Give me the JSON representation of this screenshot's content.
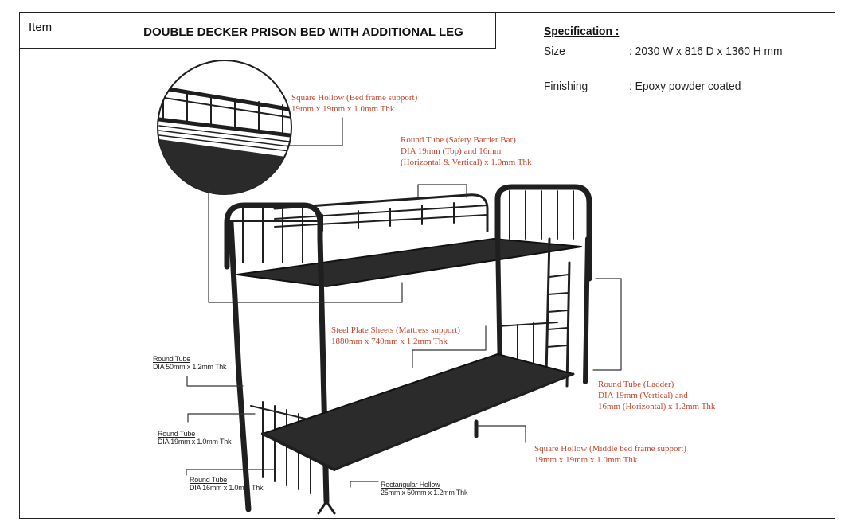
{
  "header": {
    "item_label": "Item",
    "product_title": "DOUBLE DECKER PRISON BED WITH ADDITIONAL LEG"
  },
  "specification": {
    "heading": "Specification :",
    "size_label": "Size",
    "size_value": ": 2030 W x 816 D x 1360 H mm",
    "finishing_label": "Finishing",
    "finishing_value": ": Epoxy powder coated"
  },
  "callouts": {
    "square_hollow_frame": {
      "line1": "Square Hollow (Bed frame support)",
      "line2": "19mm x 19mm x 1.0mm Thk"
    },
    "round_tube_barrier": {
      "line1": "Round Tube (Safety Barrier Bar)",
      "line2": "DIA 19mm (Top) and 16mm",
      "line3": "(Horizontal & Vertical) x 1.0mm Thk"
    },
    "steel_plate": {
      "line1": "Steel Plate Sheets (Mattress support)",
      "line2": "1880mm x 740mm x 1.2mm Thk"
    },
    "round_tube_ladder": {
      "line1": "Round Tube (Ladder)",
      "line2": "DIA 19mm (Vertical) and",
      "line3": "16mm (Horizontal) x 1.2mm Thk"
    },
    "square_hollow_middle": {
      "line1": "Square Hollow (Middle bed frame support)",
      "line2": "19mm x 19mm x 1.0mm Thk"
    },
    "round_tube_50": {
      "line1": "Round Tube",
      "line2": "DIA 50mm x  1.2mm Thk"
    },
    "round_tube_19": {
      "line1": "Round Tube",
      "line2": "DIA 19mm x  1.0mm Thk"
    },
    "round_tube_16": {
      "line1": "Round Tube",
      "line2": "DIA 16mm x  1.0mm Thk"
    },
    "rect_hollow": {
      "line1": "Rectangular Hollow",
      "line2": "25mm x 50mm x 1.2mm Thk"
    }
  },
  "colors": {
    "callout_red": "#c8452a",
    "frame_dark": "#1f1f1f"
  }
}
